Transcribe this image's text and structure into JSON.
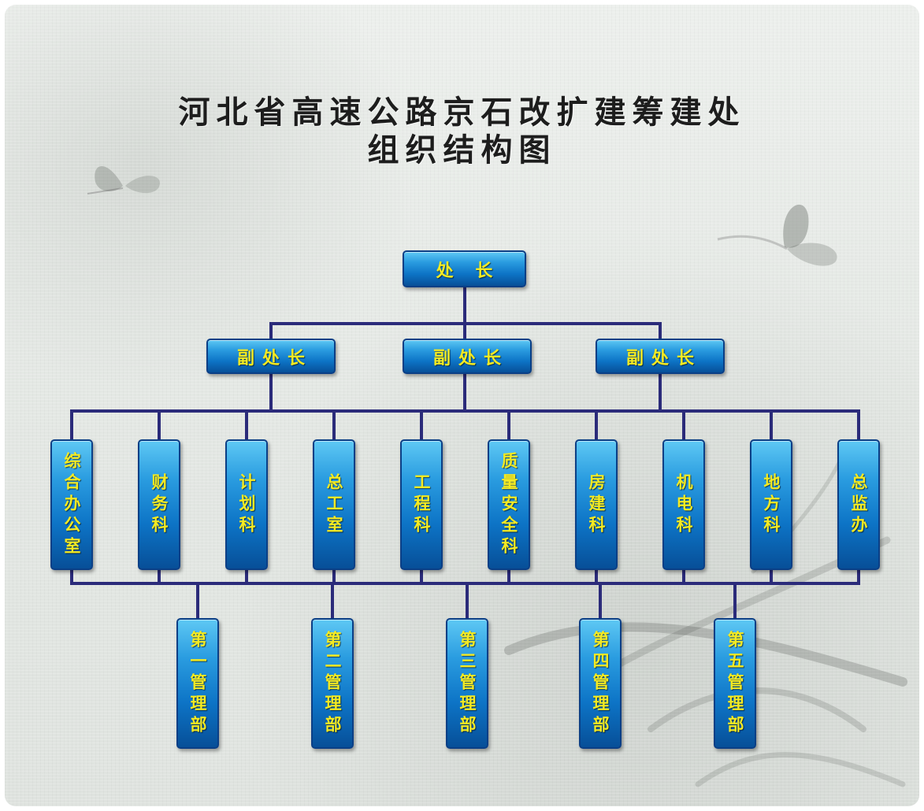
{
  "title": {
    "line1": "河北省高速公路京石改扩建筹建处",
    "line2": "组织结构图"
  },
  "colors": {
    "node_fill_top": "#5ec8f4",
    "node_fill_bottom": "#074f98",
    "node_text": "#f4ea22",
    "connector": "#2b2b7a",
    "title_text": "#1d1d1d"
  },
  "org": {
    "director": "处 长",
    "deputies": [
      "副处长",
      "副处长",
      "副处长"
    ],
    "departments": [
      "综合办公室",
      "财务科",
      "计划科",
      "总工室",
      "工程科",
      "质量安全科",
      "房建科",
      "机电科",
      "地方科",
      "总监办"
    ],
    "management_units": [
      "第一管理部",
      "第二管理部",
      "第三管理部",
      "第四管理部",
      "第五管理部"
    ]
  }
}
